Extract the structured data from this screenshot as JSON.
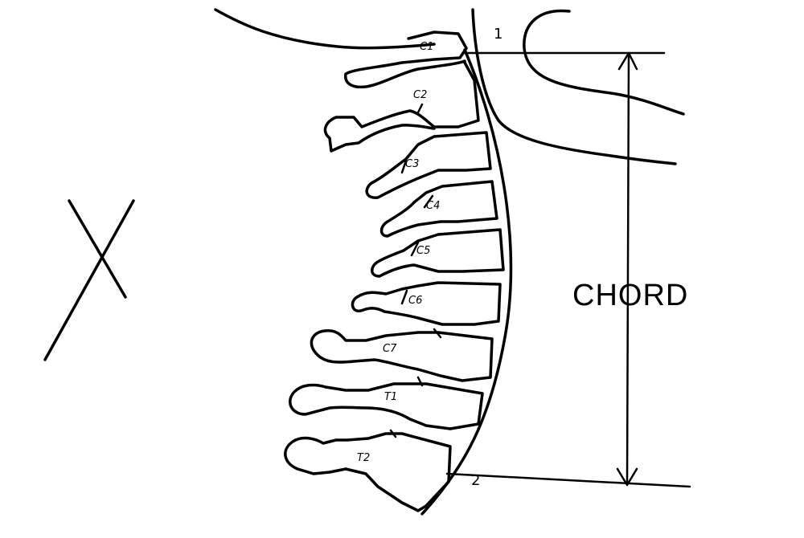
{
  "diagram": {
    "vertebrae": [
      "C1",
      "C2",
      "C3",
      "C4",
      "C5",
      "C6",
      "C7",
      "T1",
      "T2"
    ],
    "measurement_label": "CHORD",
    "point_labels": [
      "1",
      "2"
    ],
    "side_mark": "X"
  }
}
